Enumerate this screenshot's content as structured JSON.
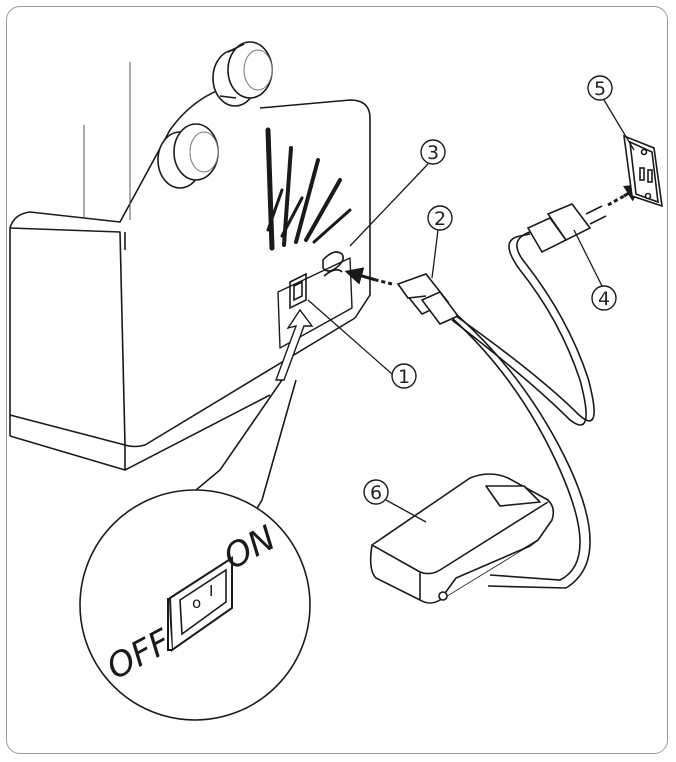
{
  "callouts": [
    {
      "id": "1",
      "label": "1"
    },
    {
      "id": "2",
      "label": "2"
    },
    {
      "id": "3",
      "label": "3"
    },
    {
      "id": "4",
      "label": "4"
    },
    {
      "id": "5",
      "label": "5"
    },
    {
      "id": "6",
      "label": "6"
    }
  ],
  "switch": {
    "off_label": "OFF",
    "on_label": "ON",
    "off_mark": "o",
    "on_mark": "I"
  },
  "colors": {
    "line": "#1a1a1a",
    "gray": "#8a8a8a",
    "frame": "#9a9a9a"
  }
}
